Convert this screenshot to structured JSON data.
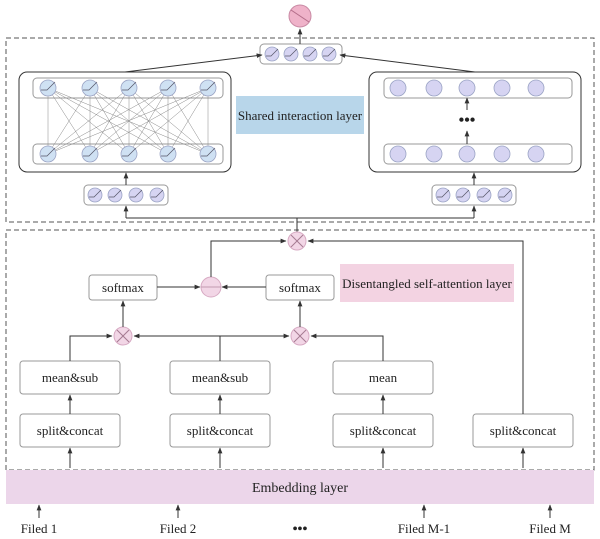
{
  "layers": {
    "shared": "Shared interaction layer",
    "disentangled": "Disentangled self-attention layer",
    "embedding": "Embedding layer"
  },
  "ops": {
    "softmax_left": "softmax",
    "softmax_right": "softmax",
    "mean_sub_1": "mean&sub",
    "mean_sub_2": "mean&sub",
    "mean": "mean",
    "split_concat_1": "split&concat",
    "split_concat_2": "split&concat",
    "split_concat_3": "split&concat",
    "split_concat_4": "split&concat"
  },
  "fields": {
    "f1": "Filed 1",
    "f2": "Filed 2",
    "ellipsis": "•••",
    "fm1": "Filed M-1",
    "fm": "Filed M"
  },
  "misc": {
    "vertical_ellipsis": "•••"
  },
  "colors": {
    "node_blue": "#cfe1f3",
    "node_purple": "#d6d4f2",
    "shared_label_bg": "#b8d6ea",
    "disentangled_label_bg": "#f3d3e2",
    "embedding_bg": "#ecd6ea",
    "output_node": "#efb2c9",
    "cross_node": "#f2d6e6"
  }
}
